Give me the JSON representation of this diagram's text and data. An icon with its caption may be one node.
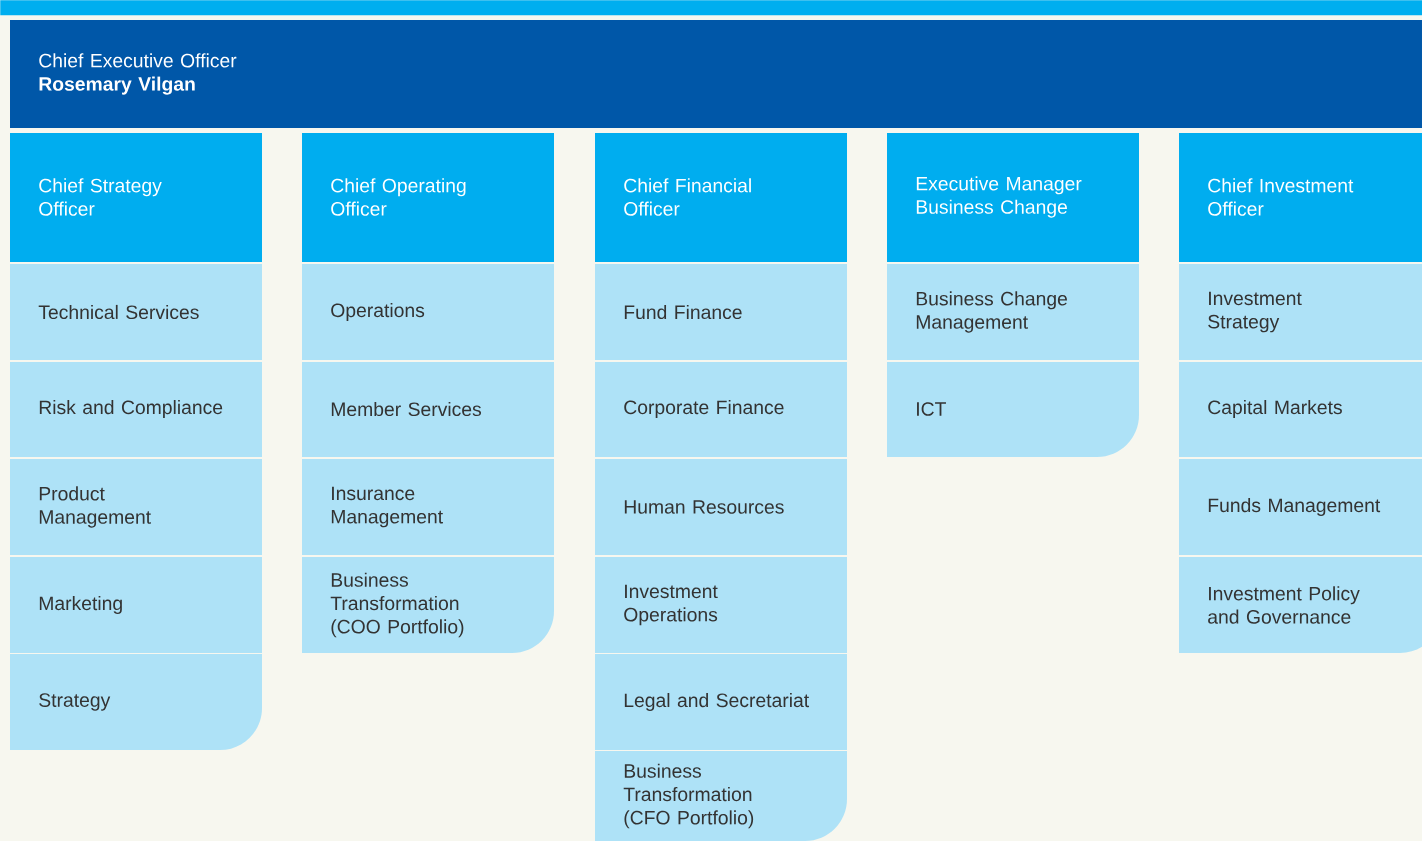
{
  "diagram": {
    "nodes": [
      {
        "text": [
          "Chief Executive Officer",
          "Rosemary Vilgan"
        ]
      },
      {
        "text": [
          "Chief Strategy Officer"
        ]
      },
      {
        "text": [
          "Technical Services"
        ]
      },
      {
        "text": [
          "Risk and Compliance"
        ]
      },
      {
        "text": [
          "Product Management"
        ]
      },
      {
        "text": [
          "Marketing"
        ]
      },
      {
        "text": [
          "Strategy"
        ]
      },
      {
        "text": [
          "Chief Operating Officer"
        ]
      },
      {
        "text": [
          "Operations"
        ]
      },
      {
        "text": [
          "Member Services"
        ]
      },
      {
        "text": [
          "Insurance Management"
        ]
      },
      {
        "text": [
          "Business Transformation (COO Portfolio)"
        ]
      },
      {
        "text": [
          "Chief Financial Officer"
        ]
      },
      {
        "text": [
          "Fund Finance"
        ]
      },
      {
        "text": [
          "Corporate Finance"
        ]
      },
      {
        "text": [
          "Human Resources"
        ]
      },
      {
        "text": [
          "Investment Operations"
        ]
      },
      {
        "text": [
          "Legal and Secretariat"
        ]
      },
      {
        "text": [
          "Business Transformation (CFO Portfolio)"
        ]
      },
      {
        "text": [
          "Executive Manager Business Change"
        ]
      },
      {
        "text": [
          "Business Change Management"
        ]
      },
      {
        "text": [
          "ICT"
        ]
      },
      {
        "text": [
          "Chief Investment Officer"
        ]
      },
      {
        "text": [
          "Investment Strategy"
        ]
      },
      {
        "text": [
          "Capital Markets"
        ]
      },
      {
        "text": [
          "Funds Management"
        ]
      },
      {
        "text": [
          "Investment Policy and Governance"
        ]
      },
      {
        "text": [],
        "shape": "bar"
      }
    ]
  }
}
